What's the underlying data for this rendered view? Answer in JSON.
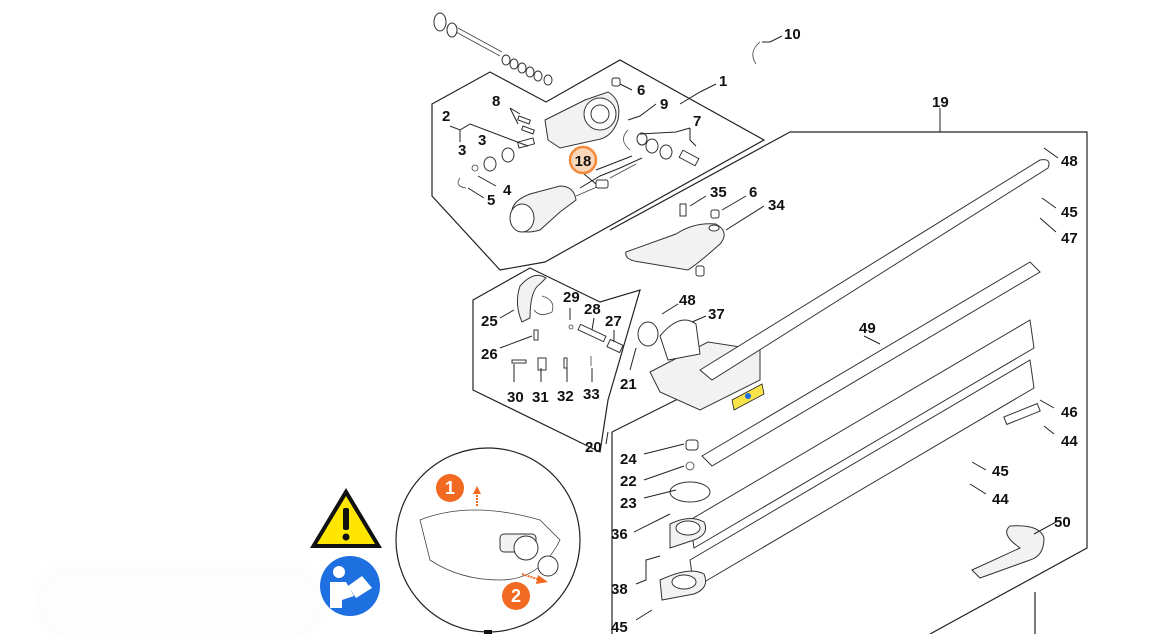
{
  "diagram": {
    "title": "Gear head and cutter blade assembly – exploded parts view",
    "highlighted_part": "18",
    "colors": {
      "highlight_ring": "#f08a3c",
      "highlight_fill": "#fbd7b9",
      "step_badge": "#f26a21",
      "warning_yellow": "#ffe600",
      "manual_blue": "#1e6fe0",
      "line": "#222222"
    },
    "callouts": [
      {
        "id": "c10",
        "label": "10"
      },
      {
        "id": "c1",
        "label": "1"
      },
      {
        "id": "c6a",
        "label": "6"
      },
      {
        "id": "c8",
        "label": "8"
      },
      {
        "id": "c9",
        "label": "9"
      },
      {
        "id": "c2",
        "label": "2"
      },
      {
        "id": "c3a",
        "label": "3"
      },
      {
        "id": "c3b",
        "label": "3"
      },
      {
        "id": "c7",
        "label": "7"
      },
      {
        "id": "c18",
        "label": "18"
      },
      {
        "id": "c4",
        "label": "4"
      },
      {
        "id": "c5",
        "label": "5"
      },
      {
        "id": "c35",
        "label": "35"
      },
      {
        "id": "c6b",
        "label": "6"
      },
      {
        "id": "c34",
        "label": "34"
      },
      {
        "id": "c19",
        "label": "19"
      },
      {
        "id": "c48a",
        "label": "48"
      },
      {
        "id": "c45a",
        "label": "45"
      },
      {
        "id": "c47",
        "label": "47"
      },
      {
        "id": "c29",
        "label": "29"
      },
      {
        "id": "c28",
        "label": "28"
      },
      {
        "id": "c27",
        "label": "27"
      },
      {
        "id": "c25",
        "label": "25"
      },
      {
        "id": "c26",
        "label": "26"
      },
      {
        "id": "c48b",
        "label": "48"
      },
      {
        "id": "c37",
        "label": "37"
      },
      {
        "id": "c49",
        "label": "49"
      },
      {
        "id": "c30",
        "label": "30"
      },
      {
        "id": "c31",
        "label": "31"
      },
      {
        "id": "c32",
        "label": "32"
      },
      {
        "id": "c33",
        "label": "33"
      },
      {
        "id": "c21",
        "label": "21"
      },
      {
        "id": "c20",
        "label": "20"
      },
      {
        "id": "c24",
        "label": "24"
      },
      {
        "id": "c22",
        "label": "22"
      },
      {
        "id": "c23",
        "label": "23"
      },
      {
        "id": "c36",
        "label": "36"
      },
      {
        "id": "c38",
        "label": "38"
      },
      {
        "id": "c45b",
        "label": "45"
      },
      {
        "id": "c46",
        "label": "46"
      },
      {
        "id": "c44a",
        "label": "44"
      },
      {
        "id": "c45c",
        "label": "45"
      },
      {
        "id": "c44b",
        "label": "44"
      },
      {
        "id": "c50",
        "label": "50"
      }
    ],
    "detail_inset": {
      "steps": [
        {
          "label": "1"
        },
        {
          "label": "2"
        }
      ]
    },
    "icons": {
      "warning": "warning-triangle-icon",
      "manual": "read-manual-icon"
    }
  }
}
